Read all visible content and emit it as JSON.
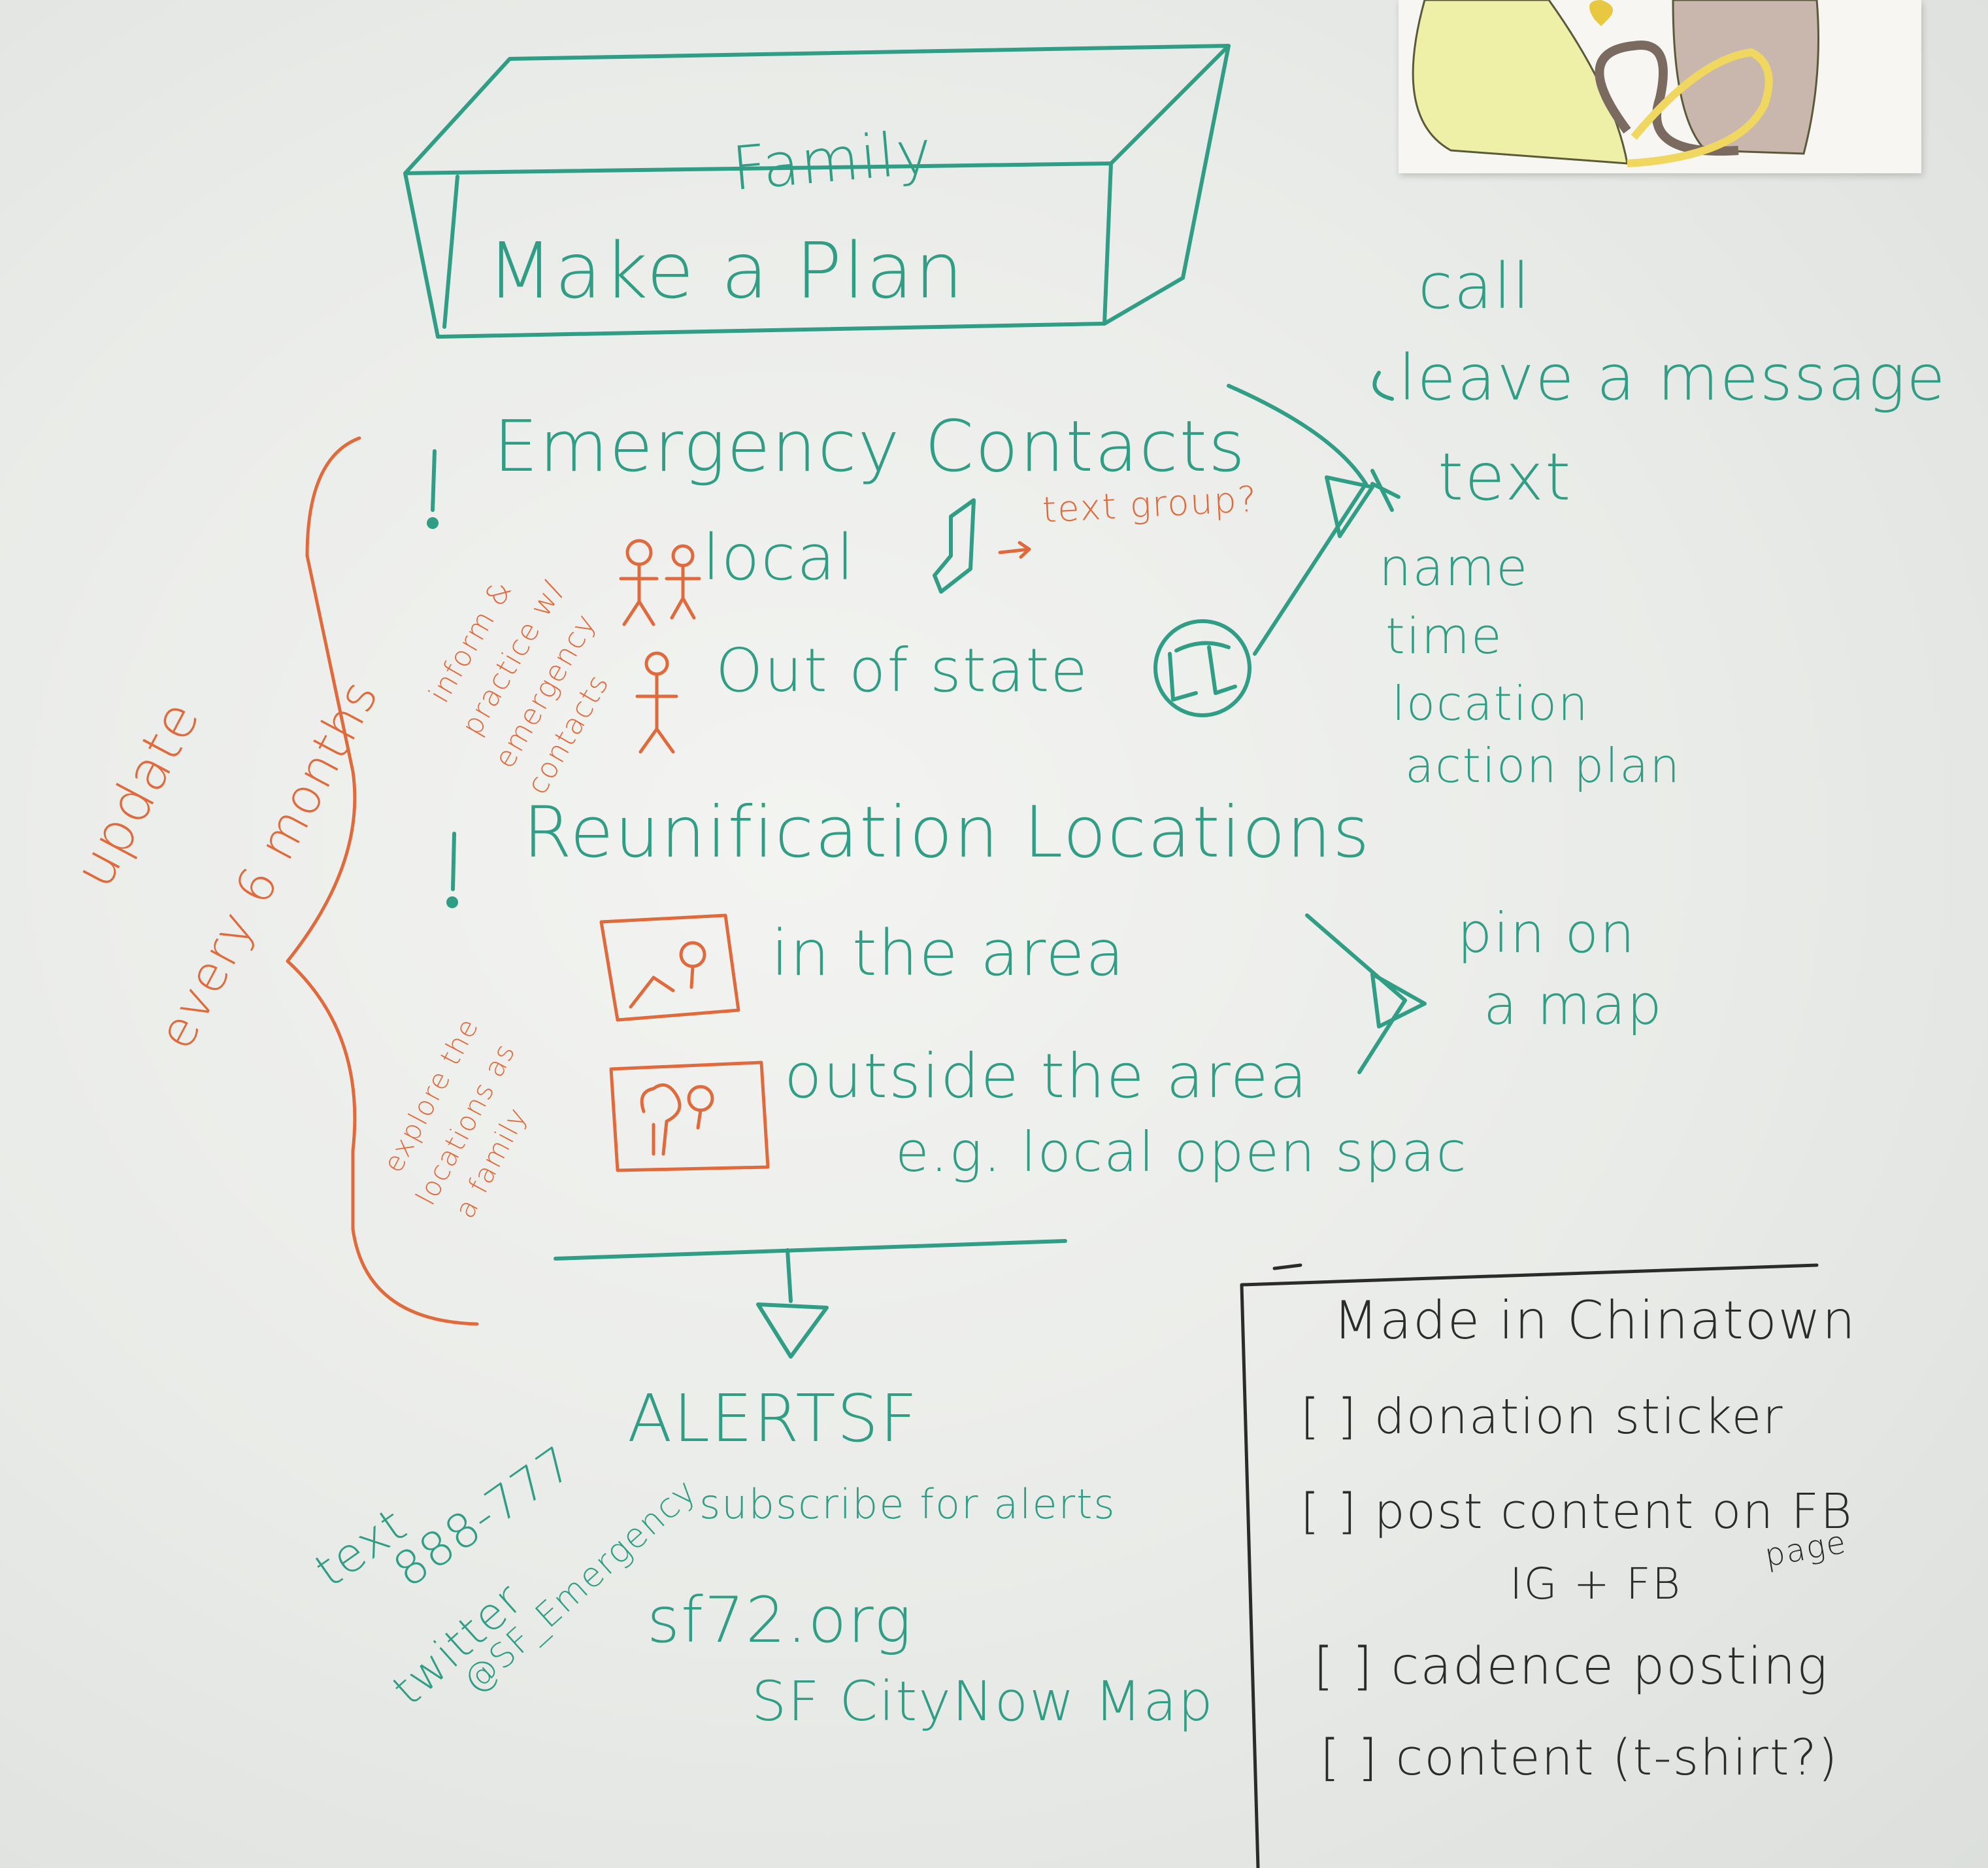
{
  "title": {
    "small": "Family",
    "main": "Make a Plan",
    "caret": "^"
  },
  "emergency": {
    "heading": "Emergency Contacts",
    "local": "local",
    "text_group": "text group?",
    "out_of_state": "Out of state"
  },
  "reunification": {
    "heading": "Reunification Locations",
    "in_area": "in the area",
    "outside_area": "outside the area",
    "example": "e.g. local open spac"
  },
  "call_list": {
    "call": "call",
    "leave": "leave a message",
    "text": "text",
    "items": [
      "name",
      "time",
      "location",
      "action plan"
    ]
  },
  "pin": {
    "line1": "pin on",
    "line2": "a map"
  },
  "side_notes": {
    "update": [
      "update",
      "every 6 months"
    ],
    "inform": [
      "inform &",
      "practice w/",
      "emergency",
      "contacts"
    ],
    "explore": [
      "explore the",
      "locations as",
      "a family"
    ]
  },
  "alerts": {
    "alertsf": "ALERTSF",
    "text_label": "text",
    "number": "888-777",
    "twitter": "twitter",
    "handle": "@SF_Emergency",
    "subscribe": "subscribe for alerts",
    "sf72": "sf72.org",
    "citynow": "SF CityNow Map"
  },
  "checklist": {
    "title": "Made in Chinatown",
    "items": [
      "[ ] donation sticker",
      "[ ] post content on FB",
      "[ ] cadence posting",
      "[ ] content (t-shirt?)"
    ],
    "page": "page",
    "ig_fb": "IG + FB"
  },
  "colors": {
    "teal": "#2f9e84",
    "orange": "#e06a3b",
    "black": "#2b2b2b",
    "board": "#eceeeb"
  }
}
